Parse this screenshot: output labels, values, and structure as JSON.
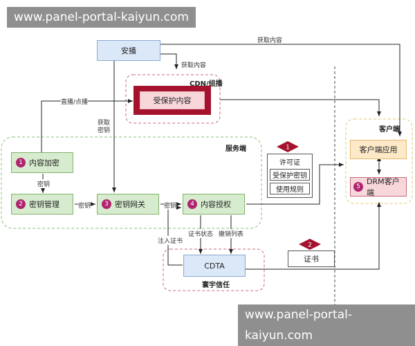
{
  "watermark": "www.panel-portal-kaiyun.com",
  "nodes": {
    "anbo": "安播",
    "protected": "受保护内容",
    "encrypt": "内容加密",
    "keymgmt": "密钥管理",
    "keygw": "密钥网关",
    "auth": "内容授权",
    "client_app": "客户端应用",
    "drm_client": "DRM客户端",
    "cdta": "CDTA",
    "license": "许可证",
    "protected_key": "受保护密钥",
    "usage_rule": "使用规则",
    "cert": "证书"
  },
  "numbers": {
    "n1": "1",
    "n2": "2",
    "n3": "3",
    "n4": "4",
    "n5": "5",
    "m1": "1",
    "m2": "2"
  },
  "groups": {
    "cdn": "CDN/组播",
    "server": "服务端",
    "client": "客户端",
    "huanyu": "寰宇信任"
  },
  "labels": {
    "fetch_top": "获取内容",
    "fetch_cdn": "获取内容",
    "live_vod": "直播/点播",
    "fetch_key_1": "获取",
    "fetch_key_2": "密钥",
    "key_1": "密钥",
    "key_2": "密钥",
    "key_3": "密钥",
    "cert_status": "证书状态",
    "revoke_list": "撤销列表",
    "inject_cert": "注入证书"
  },
  "colors": {
    "green": "#d7eccf",
    "blue": "#dbe8f7",
    "pink": "#f8d7da",
    "dark_red": "#a4122e",
    "badge": "#b0246f"
  }
}
